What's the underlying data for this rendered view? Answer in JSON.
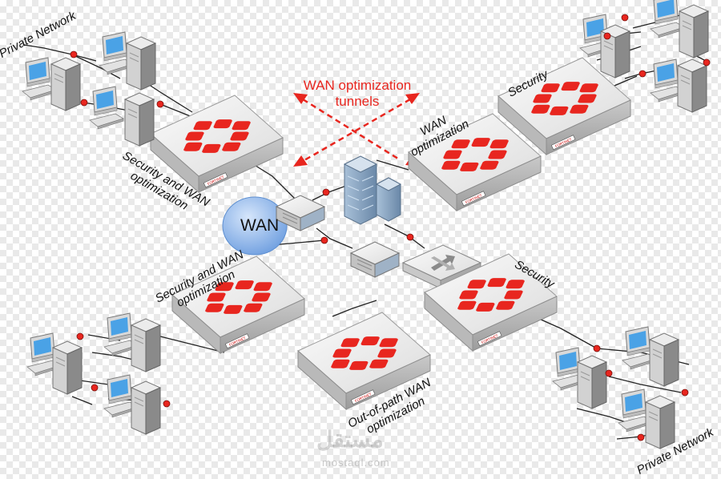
{
  "labels": {
    "private_network_tl": "Private Network",
    "private_network_br": "Private Network",
    "wan_tunnels": "WAN optimization tunnels",
    "wan_cloud": "WAN",
    "security_wan_top_left": "Security and WAN optimization",
    "wan_opt_top_center": "WAN optimization",
    "security_top_right": "Security",
    "security_wan_left": "Security and WAN optimization",
    "security_right": "Security",
    "out_of_path": "Out-of-path WAN optimization",
    "appliance_brand": "FORTINET"
  },
  "watermark": {
    "text": "مستقل",
    "domain": "mostaql.com"
  },
  "colors": {
    "tunnel_red": "#e8261f",
    "logo_red": "#e8261f",
    "node_red": "#e8261f",
    "cloud_blue": "#7aa9e6",
    "line": "#222222"
  },
  "icons": [
    "appliance-icon",
    "desktop-computer-icon",
    "server-tower-icon",
    "router-icon",
    "building-icon",
    "switch-icon",
    "cloud-icon"
  ]
}
